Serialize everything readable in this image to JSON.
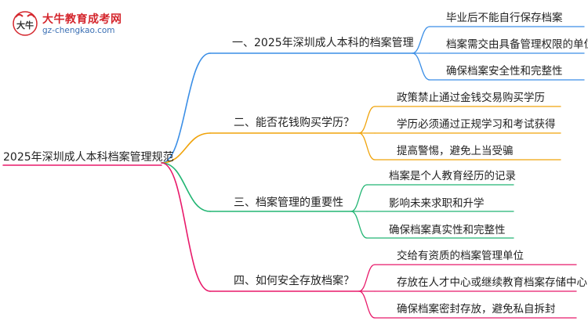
{
  "logo": {
    "title": "大牛教育成考网",
    "url": "gz-chengkao.com",
    "mark_text": "大牛",
    "icon": "bull-logo-icon"
  },
  "root": "2025年深圳成人本科档案管理规范",
  "colors": {
    "branch_1": "#3a8ee6",
    "branch_2": "#f0a30a",
    "branch_3": "#22b573",
    "branch_4": "#e8196a",
    "root_line": "#e8196a"
  },
  "branches": [
    {
      "label": "一、2025年深圳成人本科的档案管理",
      "leaves": [
        "毕业后不能自行保存档案",
        "档案需交由具备管理权限的单位",
        "确保档案安全性和完整性"
      ]
    },
    {
      "label": "二、能否花钱购买学历？",
      "leaves": [
        "政策禁止通过金钱交易购买学历",
        "学历必须通过正规学习和考试获得",
        "提高警惕，避免上当受骗"
      ]
    },
    {
      "label": "三、档案管理的重要性",
      "leaves": [
        "档案是个人教育经历的记录",
        "影响未来求职和升学",
        "确保档案真实性和完整性"
      ]
    },
    {
      "label": "四、如何安全存放档案？",
      "leaves": [
        "交给有资质的档案管理单位",
        "存放在人才中心或继续教育档案存储中心",
        "确保档案密封存放，避免私自拆封"
      ]
    }
  ]
}
